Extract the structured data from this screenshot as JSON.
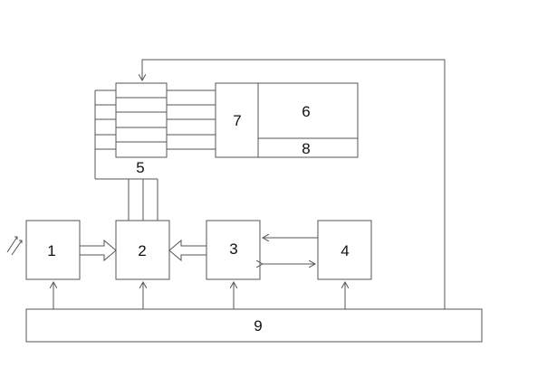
{
  "blocks": {
    "b1": "1",
    "b2": "2",
    "b3": "3",
    "b4": "4",
    "b5": "5",
    "b6": "6",
    "b7": "7",
    "b8": "8",
    "b9": "9"
  },
  "colors": {
    "stroke": "#555555",
    "text": "#111111",
    "background": "#ffffff"
  }
}
